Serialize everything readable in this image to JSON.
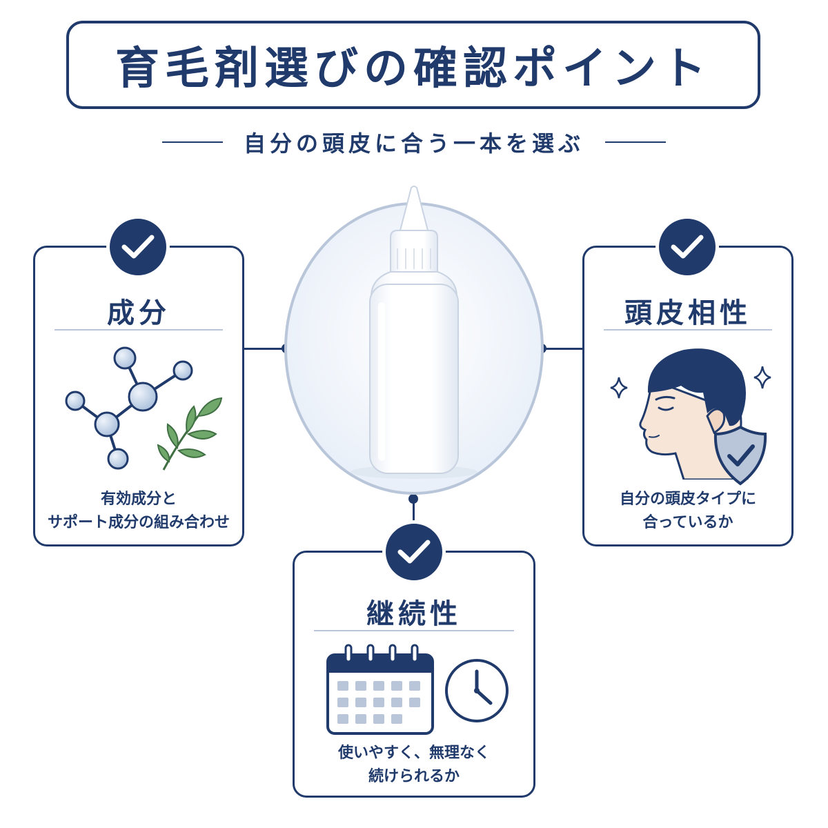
{
  "title": "育毛剤選びの確認ポイント",
  "subtitle": "自分の頭皮に合う一本を選ぶ",
  "colors": {
    "primary": "#1f3a6b",
    "light_blue": "#b9c6da",
    "leaf_green": "#6fa86a"
  },
  "cards": {
    "ingredients": {
      "heading": "成分",
      "desc_line1": "有効成分と",
      "desc_line2": "サポート成分の組み合わせ",
      "icons": [
        "check-icon",
        "molecule-icon",
        "leaf-icon"
      ]
    },
    "scalp": {
      "heading": "頭皮相性",
      "desc_line1": "自分の頭皮タイプに",
      "desc_line2": "合っているか",
      "icons": [
        "check-icon",
        "man-profile-icon",
        "shield-check-icon",
        "sparkle-icon"
      ]
    },
    "continuity": {
      "heading": "継続性",
      "desc_line1": "使いやすく、無理なく",
      "desc_line2": "続けられるか",
      "icons": [
        "check-icon",
        "calendar-icon",
        "clock-icon"
      ]
    }
  },
  "center_icon": "tonic-bottle-icon"
}
